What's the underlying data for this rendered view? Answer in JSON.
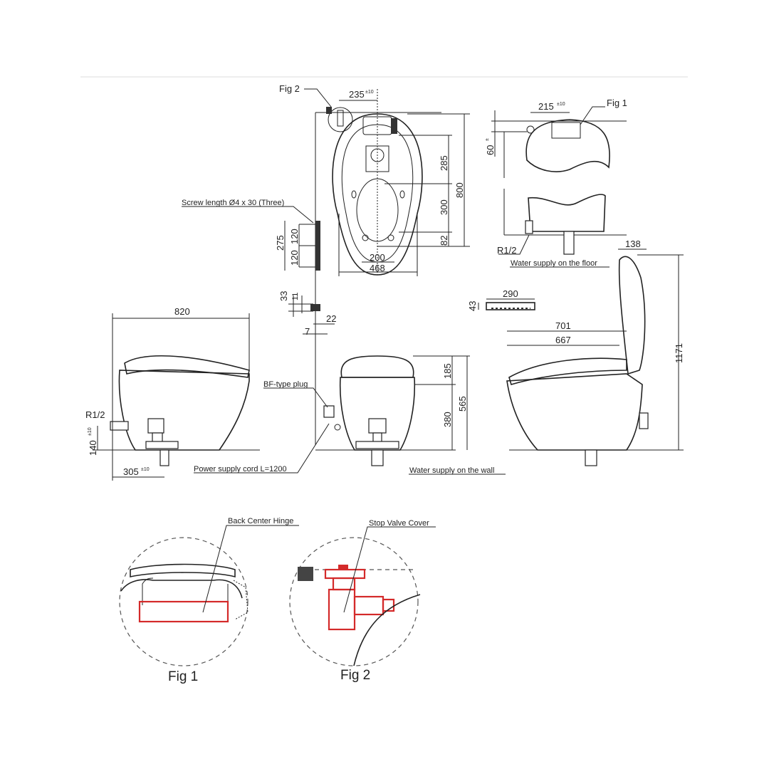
{
  "title": "Toilet installation dimension drawing",
  "colors": {
    "line": "#222222",
    "highlight": "#d42a2a",
    "rule": "#dddddd"
  },
  "top_view": {
    "fig2_ref": "Fig 2",
    "dim_235": "235",
    "tol_235": "±10",
    "dim_285": "285",
    "dim_300": "300",
    "dim_82": "82",
    "dim_800": "800",
    "dim_200": "200",
    "dim_468": "468",
    "screw_note": "Screw length Ø4 x 30 (Three)",
    "dim_275": "275",
    "dim_120a": "120",
    "dim_120b": "120"
  },
  "rear_view": {
    "fig1_ref": "Fig 1",
    "dim_215": "215",
    "tol_215": "±10",
    "dim_60": "60",
    "tol_60": "±",
    "r12": "R1/2",
    "floor_supply": "Water supply on the floor"
  },
  "bracket_detail": {
    "dim_33": "33",
    "dim_11": "11",
    "dim_22": "22",
    "dim_7": "7"
  },
  "remote_detail": {
    "dim_43": "43",
    "dim_290": "290"
  },
  "left_side_view": {
    "dim_820": "820",
    "r12": "R1/2",
    "dim_140": "140",
    "tol_140": "±10",
    "dim_305": "305",
    "tol_305": "±10",
    "power_cord": "Power supply cord L=1200"
  },
  "front_view": {
    "bf_plug": "BF-type plug",
    "dim_185": "185",
    "dim_565": "565",
    "dim_380": "380",
    "wall_supply": "Water supply on the wall"
  },
  "right_side_view": {
    "dim_138": "138",
    "dim_701": "701",
    "dim_667": "667",
    "dim_1171": "1171"
  },
  "details": {
    "fig1": {
      "callout": "Back Center Hinge",
      "caption": "Fig 1"
    },
    "fig2": {
      "callout": "Stop Valve Cover",
      "caption": "Fig 2"
    }
  }
}
